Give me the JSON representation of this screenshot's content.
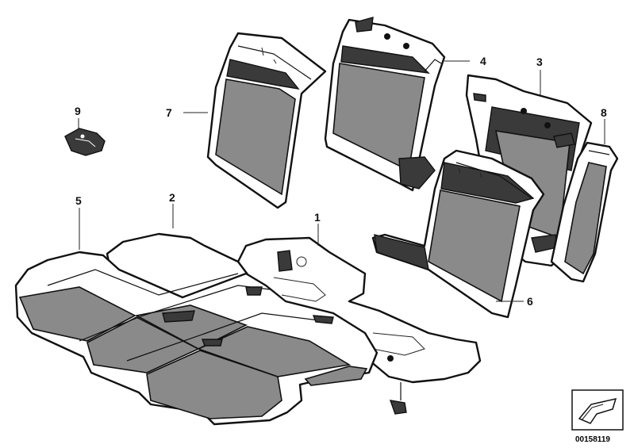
{
  "callouts": {
    "c1": "1",
    "c2": "2",
    "c3": "3",
    "c4": "4",
    "c5": "5",
    "c6": "6",
    "c7": "7",
    "c8": "8",
    "c9": "9"
  },
  "part_number": "00158119",
  "icons": {
    "navigate": "arrow-symbol-icon"
  }
}
